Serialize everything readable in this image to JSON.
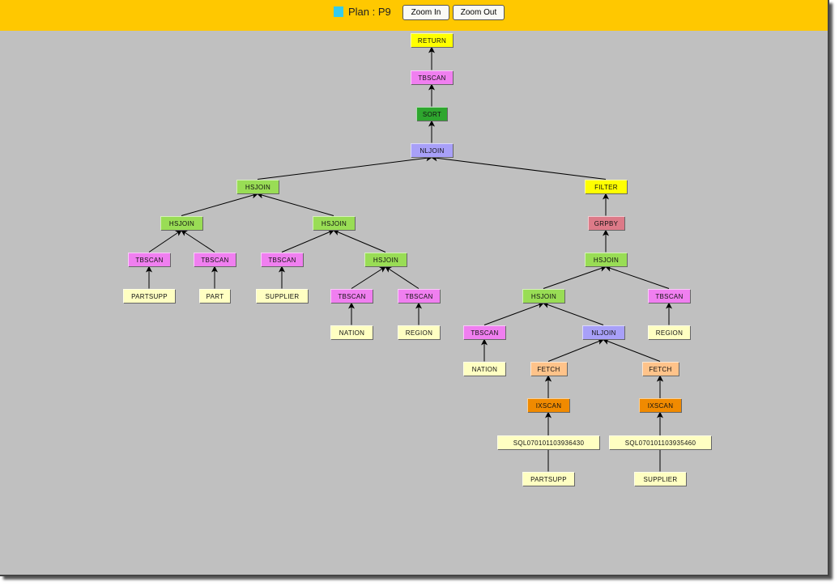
{
  "header": {
    "plan_label": "Plan : P9",
    "zoom_in": "Zoom In",
    "zoom_out": "Zoom Out"
  },
  "colors": {
    "TBSCAN": "#f07ff0",
    "HSJOIN": "#99dd55",
    "NLJOIN": "#a8a0f8",
    "SORT": "#2ea62e",
    "RETURN": "#ffff00",
    "FILTER": "#ffff00",
    "GRPBY": "#dd7a88",
    "FETCH": "#ffc38a",
    "IXSCAN": "#f08a00",
    "TABLE": "#ffffc2",
    "INDEX": "#ffffc2"
  },
  "nodes": [
    {
      "label": "RETURN",
      "kind": "RETURN",
      "parent": -1
    },
    {
      "label": "TBSCAN",
      "kind": "TBSCAN",
      "parent": 0
    },
    {
      "label": "SORT",
      "kind": "SORT",
      "parent": 1
    },
    {
      "label": "NLJOIN",
      "kind": "NLJOIN",
      "parent": 2
    },
    {
      "label": "HSJOIN",
      "kind": "HSJOIN",
      "parent": 3
    },
    {
      "label": "FILTER",
      "kind": "FILTER",
      "parent": 3
    },
    {
      "label": "HSJOIN",
      "kind": "HSJOIN",
      "parent": 4
    },
    {
      "label": "HSJOIN",
      "kind": "HSJOIN",
      "parent": 4
    },
    {
      "label": "GRPBY",
      "kind": "GRPBY",
      "parent": 5
    },
    {
      "label": "TBSCAN",
      "kind": "TBSCAN",
      "parent": 6
    },
    {
      "label": "TBSCAN",
      "kind": "TBSCAN",
      "parent": 6
    },
    {
      "label": "TBSCAN",
      "kind": "TBSCAN",
      "parent": 7
    },
    {
      "label": "HSJOIN",
      "kind": "HSJOIN",
      "parent": 7
    },
    {
      "label": "HSJOIN",
      "kind": "HSJOIN",
      "parent": 8
    },
    {
      "label": "PARTSUPP",
      "kind": "TABLE",
      "parent": 9
    },
    {
      "label": "PART",
      "kind": "TABLE",
      "parent": 10
    },
    {
      "label": "SUPPLIER",
      "kind": "TABLE",
      "parent": 11
    },
    {
      "label": "TBSCAN",
      "kind": "TBSCAN",
      "parent": 12
    },
    {
      "label": "TBSCAN",
      "kind": "TBSCAN",
      "parent": 12
    },
    {
      "label": "HSJOIN",
      "kind": "HSJOIN",
      "parent": 13
    },
    {
      "label": "TBSCAN",
      "kind": "TBSCAN",
      "parent": 13
    },
    {
      "label": "NATION",
      "kind": "TABLE",
      "parent": 17
    },
    {
      "label": "REGION",
      "kind": "TABLE",
      "parent": 18
    },
    {
      "label": "TBSCAN",
      "kind": "TBSCAN",
      "parent": 19
    },
    {
      "label": "NLJOIN",
      "kind": "NLJOIN",
      "parent": 19
    },
    {
      "label": "REGION",
      "kind": "TABLE",
      "parent": 20
    },
    {
      "label": "NATION",
      "kind": "TABLE",
      "parent": 23
    },
    {
      "label": "FETCH",
      "kind": "FETCH",
      "parent": 24
    },
    {
      "label": "FETCH",
      "kind": "FETCH",
      "parent": 24
    },
    {
      "label": "IXSCAN",
      "kind": "IXSCAN",
      "parent": 27
    },
    {
      "label": "IXSCAN",
      "kind": "IXSCAN",
      "parent": 28
    },
    {
      "label": "SQL070101103936430",
      "kind": "INDEX",
      "parent": 29
    },
    {
      "label": "SQL070101103935460",
      "kind": "INDEX",
      "parent": 30
    },
    {
      "label": "PARTSUPP",
      "kind": "TABLE",
      "parent": 27
    },
    {
      "label": "SUPPLIER",
      "kind": "TABLE",
      "parent": 28
    }
  ]
}
